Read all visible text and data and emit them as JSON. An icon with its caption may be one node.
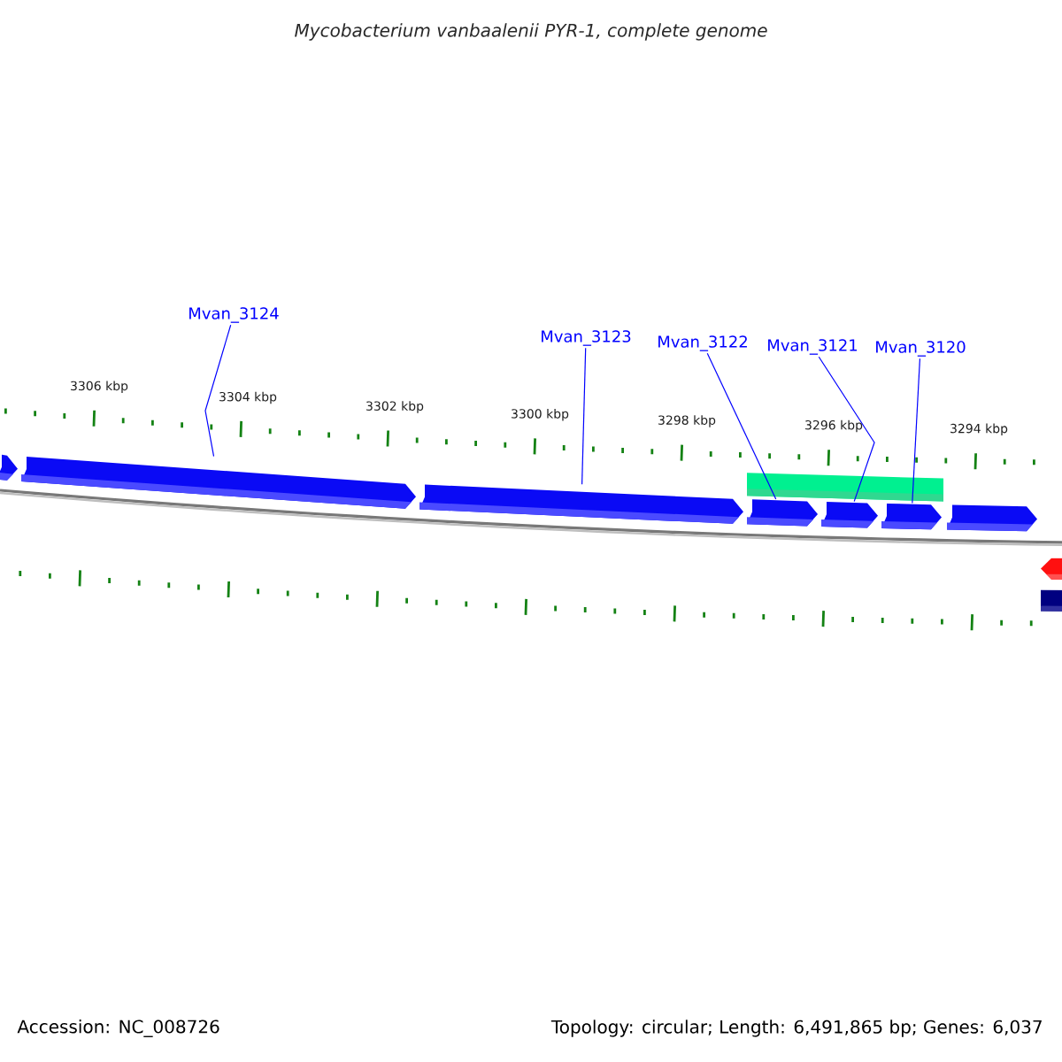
{
  "diagram": {
    "title": "Mycobacterium vanbaalenii PYR-1, complete genome",
    "nodes": [
      {
        "text": [
          "Mvan_3124"
        ]
      },
      {
        "text": [
          "Mvan_3123"
        ]
      },
      {
        "text": [
          "Mvan_3122"
        ]
      },
      {
        "text": [
          "Mvan_3121"
        ]
      },
      {
        "text": [
          "Mvan_3120"
        ]
      },
      {
        "text": [],
        "shape": "bar"
      },
      {
        "text": [],
        "shape": "box"
      },
      {
        "text": [],
        "shape": "box"
      },
      {
        "text": [],
        "shape": "box"
      },
      {
        "text": [],
        "shape": "box"
      },
      {
        "text": [],
        "shape": "box"
      },
      {
        "text": [],
        "shape": "box"
      },
      {
        "text": [],
        "shape": "box"
      },
      {
        "text": [],
        "shape": "box"
      },
      {
        "text": [],
        "shape": "box"
      }
    ],
    "edges": [
      {
        "from": 0,
        "to": 7,
        "arrow": "none"
      },
      {
        "from": 1,
        "to": 8,
        "arrow": "none"
      },
      {
        "from": 2,
        "to": 9,
        "arrow": "none"
      },
      {
        "from": 3,
        "to": 10,
        "arrow": "none"
      },
      {
        "from": 4,
        "to": 11,
        "arrow": "none"
      }
    ],
    "labels": [
      "3306 kbp",
      "3304 kbp",
      "3302 kbp",
      "3300 kbp",
      "3298 kbp",
      "3296 kbp",
      "3294 kbp",
      "Accession: NC_008726",
      "Topology: circular; Length: 6,491,865 bp; Genes: 6,037"
    ]
  }
}
